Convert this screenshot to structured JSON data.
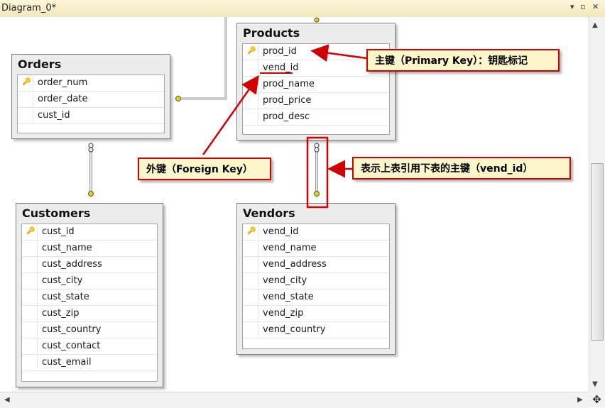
{
  "window": {
    "tab_title": "Diagram_0*",
    "pin_glyph": "▾",
    "restore_glyph": "▫",
    "close_glyph": "✕"
  },
  "tables": {
    "products": {
      "title": "Products",
      "columns": [
        "prod_id",
        "vend_id",
        "prod_name",
        "prod_price",
        "prod_desc"
      ],
      "primary_key": "prod_id"
    },
    "orders": {
      "title": "Orders",
      "columns": [
        "order_num",
        "order_date",
        "cust_id"
      ],
      "primary_key": "order_num"
    },
    "customers": {
      "title": "Customers",
      "columns": [
        "cust_id",
        "cust_name",
        "cust_address",
        "cust_city",
        "cust_state",
        "cust_zip",
        "cust_country",
        "cust_contact",
        "cust_email"
      ],
      "primary_key": "cust_id"
    },
    "vendors": {
      "title": "Vendors",
      "columns": [
        "vend_id",
        "vend_name",
        "vend_address",
        "vend_city",
        "vend_state",
        "vend_zip",
        "vend_country"
      ],
      "primary_key": "vend_id"
    }
  },
  "annotations": {
    "primary_key": "主键（Primary Key）：钥匙标记",
    "foreign_key": "外键（Foreign Key）",
    "relation": "表示上表引用下表的主键（vend_id）"
  },
  "scroll": {
    "up": "▲",
    "down": "▼",
    "left": "◀",
    "right": "▶",
    "corner": "✥"
  },
  "colors": {
    "annotation_red": "#d10000",
    "callout_fill": "#fff7cc",
    "key_gold": "#c8a400"
  },
  "icons": {
    "key": "key-icon",
    "move": "move-icon"
  }
}
